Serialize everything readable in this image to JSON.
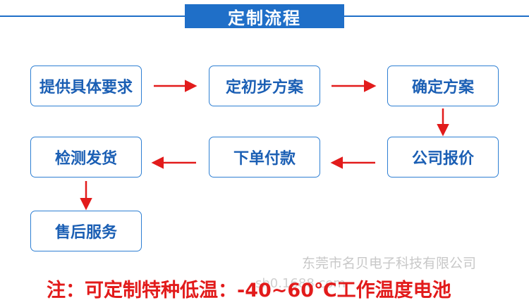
{
  "title": "定制流程",
  "steps": [
    {
      "id": "step-1",
      "label": "提供具体要求"
    },
    {
      "id": "step-2",
      "label": "定初步方案"
    },
    {
      "id": "step-3",
      "label": "确定方案"
    },
    {
      "id": "step-4",
      "label": "公司报价"
    },
    {
      "id": "step-5",
      "label": "下单付款"
    },
    {
      "id": "step-6",
      "label": "检测发货"
    },
    {
      "id": "step-7",
      "label": "售后服务"
    }
  ],
  "note": "注：可定制特种低温：-40~60℃工作温度电池",
  "watermark": {
    "company": "东莞市名贝电子科技有限公司",
    "url": "sh0.1688.com"
  },
  "colors": {
    "brand_blue": "#1f6fc8",
    "box_text": "#1b5fb4",
    "arrow_red": "#e21b1b",
    "note_red": "#e21b1b"
  }
}
